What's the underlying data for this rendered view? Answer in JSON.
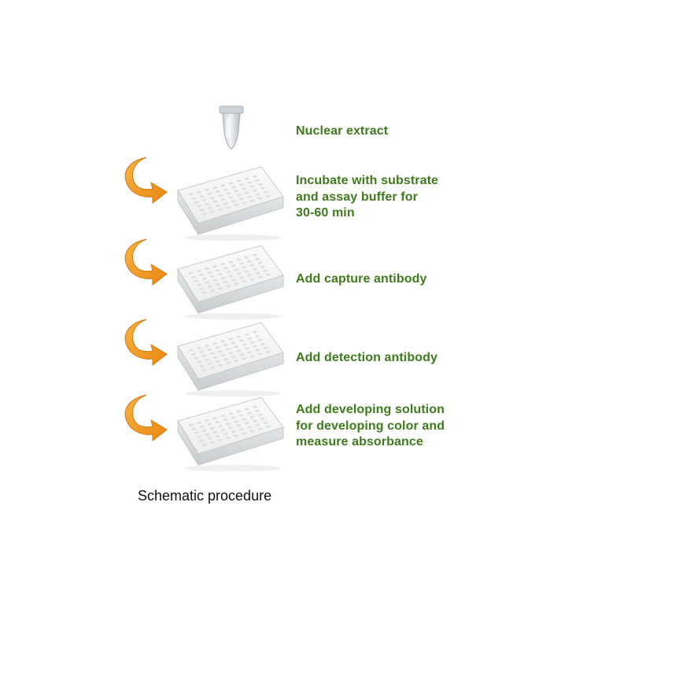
{
  "steps": [
    {
      "id": "nuclear-extract",
      "icon": "tube-icon",
      "lines": [
        "Nuclear extract"
      ]
    },
    {
      "id": "incubate",
      "icon": "microplate-icon",
      "arrow": "curved-arrow-icon",
      "lines": [
        "Incubate with substrate",
        "and assay buffer for",
        "30-60 min"
      ]
    },
    {
      "id": "capture-antibody",
      "icon": "microplate-icon",
      "arrow": "curved-arrow-icon",
      "lines": [
        "Add capture antibody"
      ]
    },
    {
      "id": "detection-antibody",
      "icon": "microplate-icon",
      "arrow": "curved-arrow-icon",
      "lines": [
        "Add detection antibody"
      ]
    },
    {
      "id": "developing-solution",
      "icon": "microplate-icon",
      "arrow": "curved-arrow-icon",
      "lines": [
        "Add developing solution",
        "for developing color and",
        "measure absorbance"
      ]
    }
  ],
  "caption": "Schematic procedure",
  "colors": {
    "label_green": "#3f7a1e",
    "arrow_orange": "#f39a1f",
    "plate_fill": "#f4f5f5",
    "plate_shadow": "#d5d8d9",
    "caption_text": "#111111"
  }
}
